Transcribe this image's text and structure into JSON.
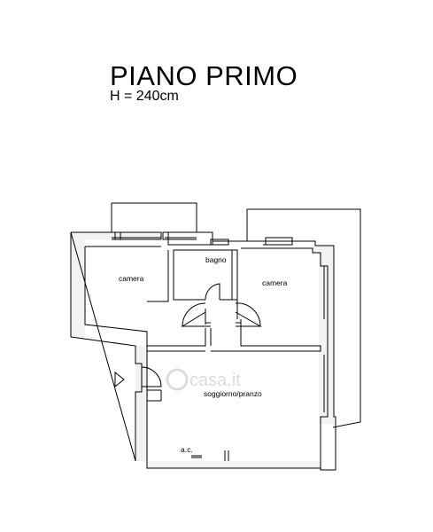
{
  "plan": {
    "title": "PIANO PRIMO",
    "height_note": "H = 240cm"
  },
  "rooms": {
    "camera_left": "camera",
    "bagno": "bagno",
    "camera_right": "camera",
    "soggiorno": "soggiorno/pranzo",
    "ac": "a.c."
  },
  "watermark": {
    "text": "casa.it"
  }
}
